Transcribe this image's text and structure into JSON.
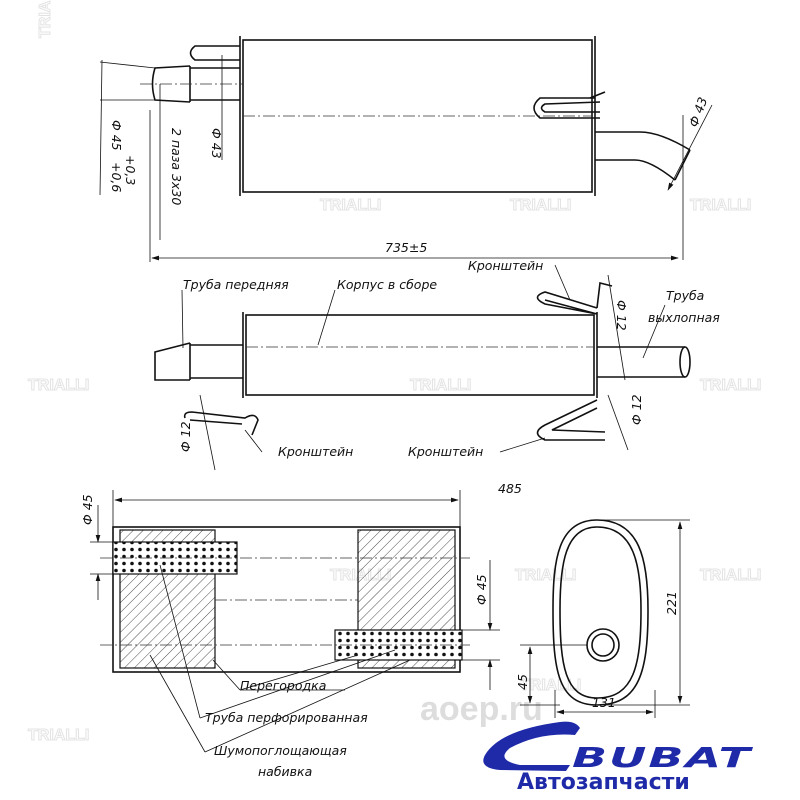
{
  "watermark": "TRIALLI",
  "site_watermark": "aoep.ru",
  "top_view": {
    "dim_inlet_diameter": "Ф 45",
    "dim_inlet_tol_upper": "+0,6",
    "dim_inlet_tol_lower": "+0,3",
    "slots_note": "2 паза 3х30",
    "dim_pipe_diameter": "Ф 43",
    "dim_outlet_diameter": "Ф 43",
    "overall_length": "735±5"
  },
  "side_view": {
    "front_pipe": "Труба передняя",
    "body_assembly": "Корпус в сборе",
    "bracket_top": "Кронштейн",
    "exhaust_pipe_line1": "Труба",
    "exhaust_pipe_line2": "выхлопная",
    "dim_bracket_top": "Ф 12",
    "dim_bracket_right": "Ф 12",
    "dim_bracket_left": "Ф 12",
    "bracket_left": "Кронштейн",
    "bracket_bottom": "Кронштейн"
  },
  "section_view": {
    "dim_left_pipe": "Ф 45",
    "body_length": "485",
    "dim_right_pipe": "Ф 45",
    "partition": "Перегородка",
    "perforated_pipe": "Труба перфорированная",
    "packing_line1": "Шумопоглощающая",
    "packing_line2": "набивка"
  },
  "end_view": {
    "height": "221",
    "offset": "45",
    "width": "131"
  },
  "logo": {
    "brand": "BUBAT",
    "tagline": "Автозапчасти",
    "color": "#1f2aa8"
  }
}
